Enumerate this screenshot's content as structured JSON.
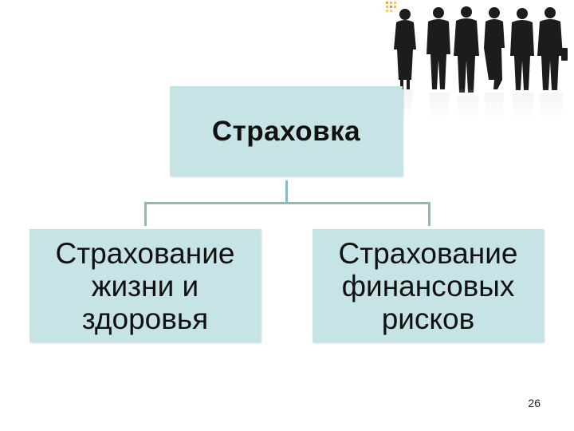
{
  "diagram": {
    "root": {
      "label": "Страховка"
    },
    "children": [
      {
        "label": "Страхование\nжизни и\nздоровья"
      },
      {
        "label": "Страхование\nфинансовых\nрисков"
      }
    ]
  },
  "decoration": {
    "icon": "business-people-silhouettes"
  },
  "page_number": "26"
}
